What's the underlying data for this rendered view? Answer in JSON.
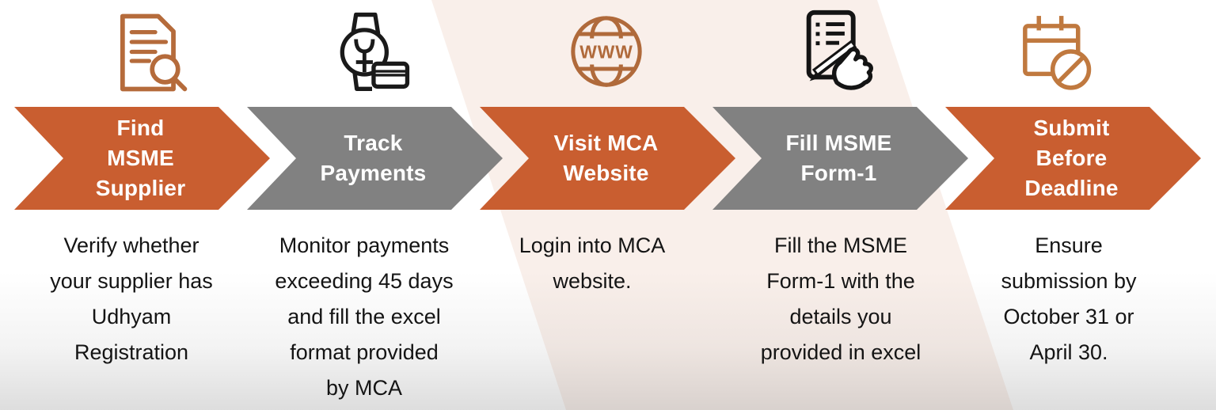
{
  "colors": {
    "orange_chevron": "#C95E30",
    "gray_chevron": "#818181",
    "band_background": "#F9EFEA",
    "label_text": "#FFFFFF",
    "description_text": "#141414"
  },
  "steps": [
    {
      "icon": "document-search-icon",
      "icon_color": "#B56B3B",
      "chevron_color": "#C95E30",
      "label": "Find\nMSME\nSupplier",
      "description": "Verify whether\nyour supplier has\nUdhyam\nRegistration"
    },
    {
      "icon": "watch-payment-icon",
      "icon_color": "#1A1A1A",
      "chevron_color": "#818181",
      "label": "Track\nPayments",
      "description": "Monitor payments\nexceeding 45 days\nand fill the excel\nformat provided\nby MCA"
    },
    {
      "icon": "globe-www-icon",
      "icon_color": "#B06A3B",
      "icon_text": "WWW",
      "chevron_color": "#C95E30",
      "label": "Visit MCA\nWebsite",
      "description": "Login into MCA\nwebsite."
    },
    {
      "icon": "form-pen-icon",
      "icon_color": "#141414",
      "chevron_color": "#818181",
      "label": "Fill MSME\nForm-1",
      "description": "Fill the MSME\nForm-1 with the\ndetails you\nprovided in excel"
    },
    {
      "icon": "calendar-deadline-icon",
      "icon_color": "#C0793F",
      "chevron_color": "#C95E30",
      "label": "Submit\nBefore\nDeadline",
      "description": "Ensure\nsubmission by\nOctober 31 or\nApril 30."
    }
  ]
}
